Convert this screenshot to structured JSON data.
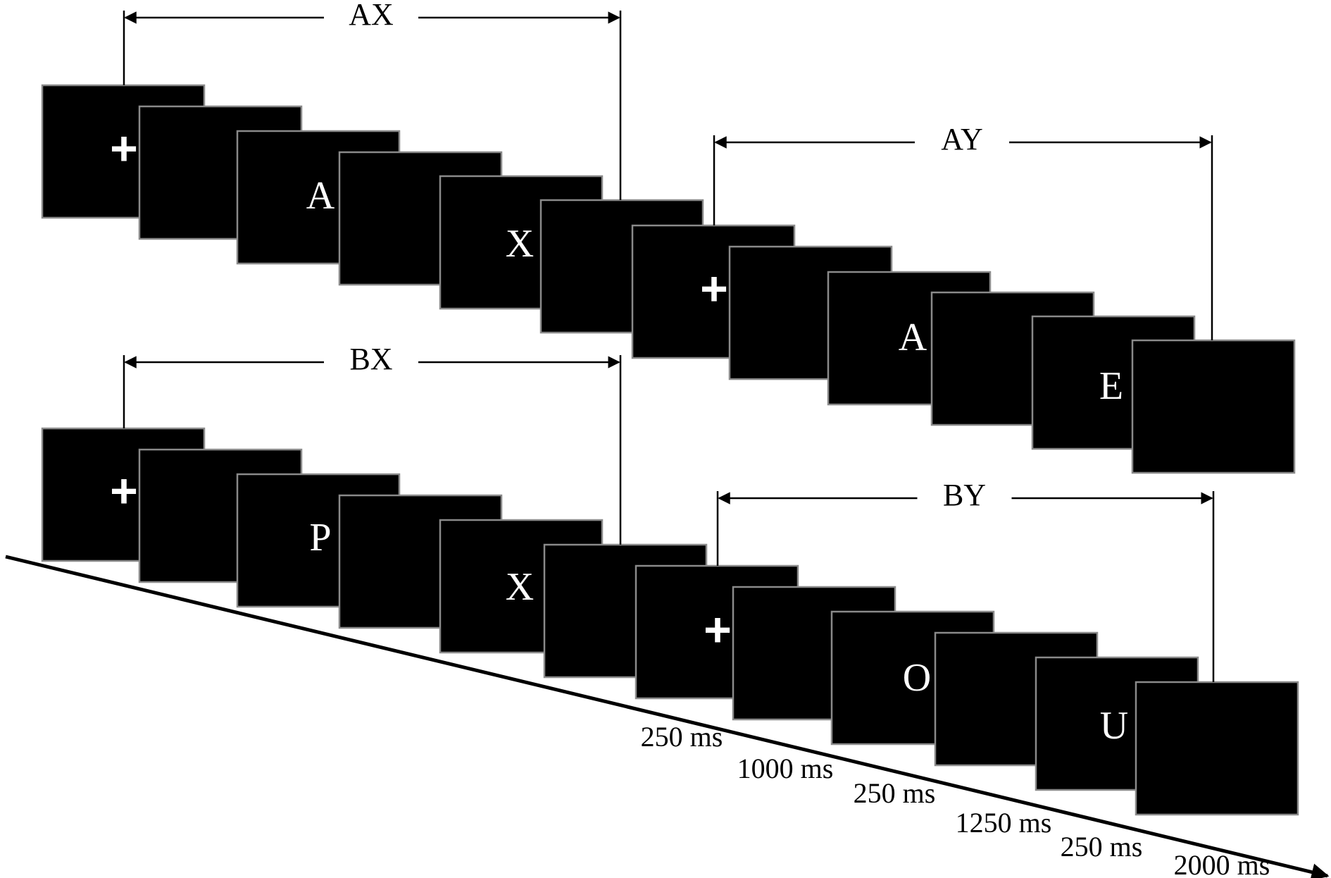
{
  "trials": {
    "AX": {
      "label": "AX",
      "stimuli": [
        "+",
        "",
        "A",
        "",
        "X",
        ""
      ]
    },
    "AY": {
      "label": "AY",
      "stimuli": [
        "+",
        "",
        "A",
        "",
        "E",
        ""
      ]
    },
    "BX": {
      "label": "BX",
      "stimuli": [
        "+",
        "",
        "P",
        "",
        "X",
        ""
      ]
    },
    "BY": {
      "label": "BY",
      "stimuli": [
        "+",
        "",
        "O",
        "",
        "U",
        ""
      ]
    }
  },
  "durations": [
    "250 ms",
    "1000 ms",
    "250 ms",
    "1250 ms",
    "250 ms",
    "2000 ms"
  ],
  "colors": {
    "frame_fill": "#000000",
    "frame_border": "#8a8a8a",
    "stimulus_text": "#ffffff",
    "lines": "#000000",
    "background": "#ffffff"
  }
}
